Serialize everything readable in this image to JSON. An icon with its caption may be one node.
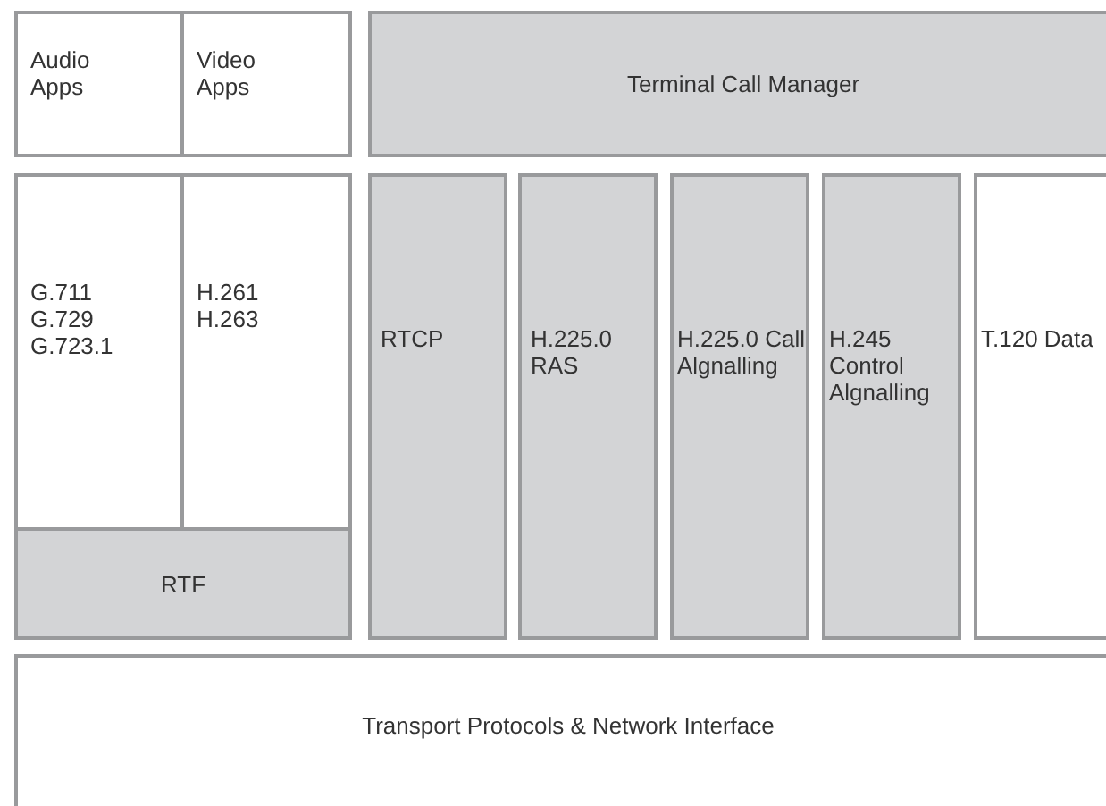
{
  "diagram": {
    "nodes": [
      {
        "text": [
          "Audio Apps"
        ]
      },
      {
        "text": [
          "Video Apps"
        ]
      },
      {
        "text": [
          "Terminal Call Manager"
        ]
      },
      {
        "text": [
          "G.711 G.729 G.723.1"
        ]
      },
      {
        "text": [
          "H.261 H.263"
        ]
      },
      {
        "text": [
          "RTF"
        ]
      },
      {
        "text": [
          "RTCP"
        ]
      },
      {
        "text": [
          "H.225.0 RAS"
        ]
      },
      {
        "text": [
          "H.225.0 Call Algnalling"
        ]
      },
      {
        "text": [
          "H.245 Control Algnalling"
        ]
      },
      {
        "text": [
          "T.120 Data"
        ]
      },
      {
        "text": [
          "Transport Protocols & Network Interface"
        ]
      }
    ]
  }
}
